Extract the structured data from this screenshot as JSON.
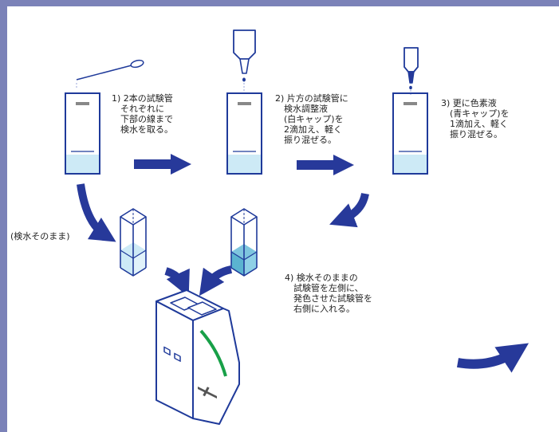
{
  "colors": {
    "frame": "#7b82b8",
    "arrow": "#27399a",
    "outline": "#1f3a9a",
    "water": "#cdeaf6",
    "water_dark": "#5bb4d0",
    "green": "#18a048",
    "gray": "#888888"
  },
  "steps": {
    "step1": "1) 2本の試験管\n　それぞれに\n　下部の線まで\n　検水を取る。",
    "step2": "2) 片方の試験管に\n　検水調整液\n　(白キャップ)を\n　2滴加え、軽く\n　振り混ぜる。",
    "step3": "3) 更に色素液\n　(青キャップ)を\n　1滴加え、軽く\n　振り混ぜる。",
    "step4": "4) 検水そのままの\n　試験管を左側に、\n　発色させた試験管を\n　右側に入れる。"
  },
  "raw_label": "(検水そのまま)"
}
